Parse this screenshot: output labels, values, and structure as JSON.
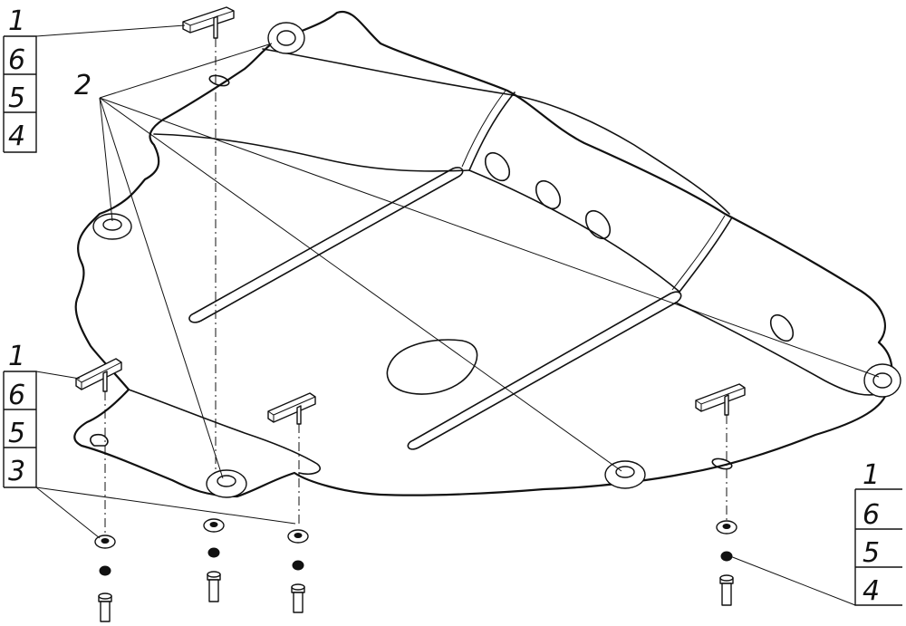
{
  "callouts": {
    "top_left": [
      "1",
      "6",
      "5",
      "4"
    ],
    "bottom_left": [
      "1",
      "6",
      "5",
      "3"
    ],
    "bottom_right": [
      "1",
      "6",
      "5",
      "4"
    ],
    "standalone": "2"
  }
}
